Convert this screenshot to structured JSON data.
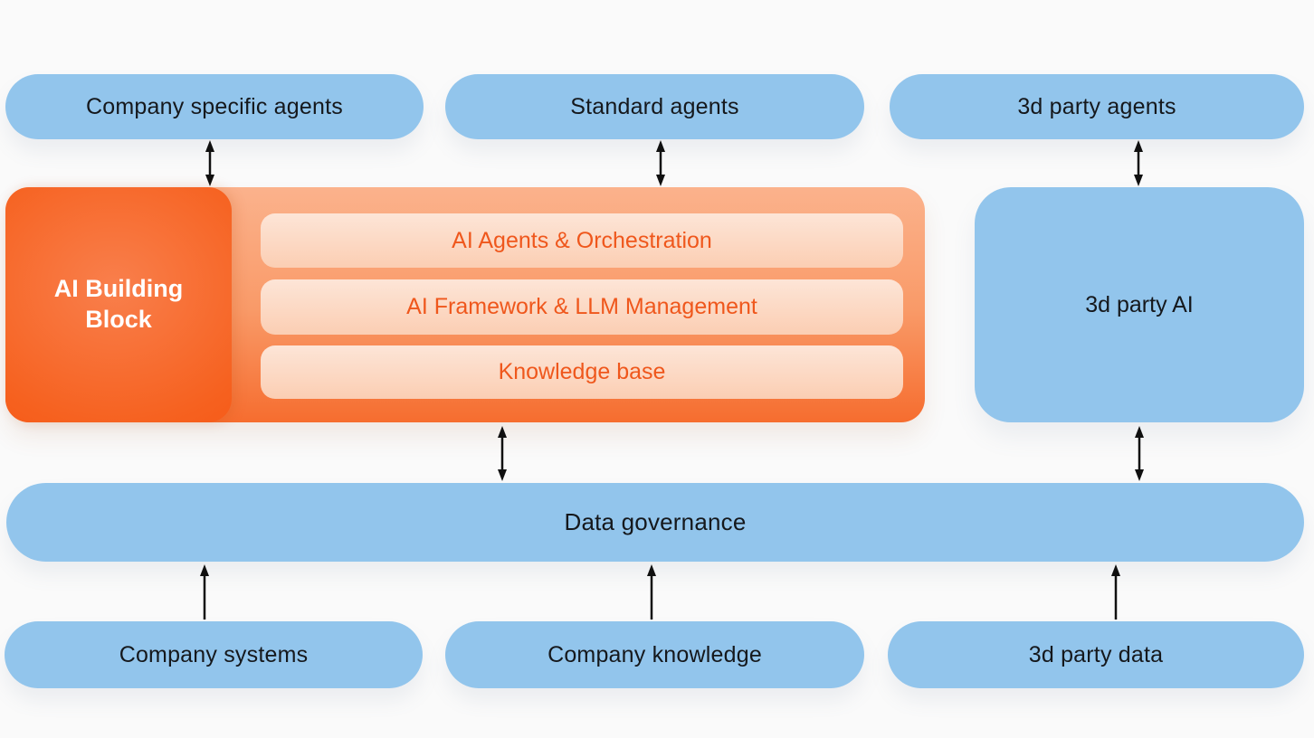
{
  "colors": {
    "background": "#fafafa",
    "pill_blue": "#92c5ec",
    "label_dark": "#15181c",
    "container_orange_top": "#fbb28c",
    "container_orange_bottom": "#f66d2f",
    "building_block_orange": "#f4500e",
    "layer_bar_peach": "#fde5d7",
    "layer_text_orange": "#ef571c",
    "arrow_black": "#101010"
  },
  "top_row": {
    "items": [
      {
        "label": "Company specific agents"
      },
      {
        "label": "Standard agents"
      },
      {
        "label": "3d party agents"
      }
    ]
  },
  "ai_building_block": {
    "title": "AI Building Block",
    "layers": [
      {
        "label": "AI Agents & Orchestration"
      },
      {
        "label": "AI Framework & LLM Management"
      },
      {
        "label": "Knowledge base"
      }
    ]
  },
  "third_party_ai": {
    "label": "3d party AI"
  },
  "data_governance": {
    "label": "Data governance"
  },
  "bottom_row": {
    "items": [
      {
        "label": "Company systems"
      },
      {
        "label": "Company knowledge"
      },
      {
        "label": "3d party data"
      }
    ]
  }
}
